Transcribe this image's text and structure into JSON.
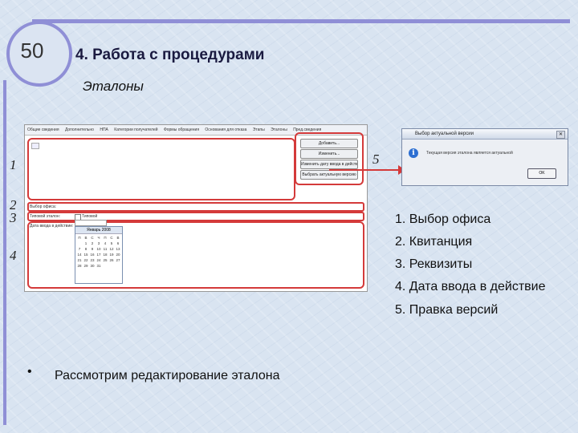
{
  "slide": {
    "number": "50",
    "title": "4. Работа с процедурами",
    "subtitle": "Эталоны"
  },
  "screenshot": {
    "menu_tabs": [
      "Общие сведения",
      "Дополнительно",
      "НПА",
      "Категории получателей",
      "Формы обращения",
      "Основания для отказа",
      "Этапы",
      "Эталоны",
      "Пред.сведения"
    ],
    "buttons": [
      "Добавить...",
      "Изменить...",
      "Изменить дату ввода в действие...",
      "Выбрать актуальную версию"
    ],
    "form_labels": [
      "Выбор офиса:",
      "Типовой эталон:",
      "Дата ввода в действие:"
    ],
    "checkbox_label": "Типовой",
    "calendar": {
      "header": "Январь 2008",
      "weekdays": [
        "П",
        "В",
        "С",
        "Ч",
        "П",
        "С",
        "В"
      ],
      "days": [
        "",
        "1",
        "2",
        "3",
        "4",
        "5",
        "6",
        "7",
        "8",
        "9",
        "10",
        "11",
        "12",
        "13",
        "14",
        "15",
        "16",
        "17",
        "18",
        "19",
        "20",
        "21",
        "22",
        "23",
        "24",
        "25",
        "26",
        "27",
        "28",
        "29",
        "30",
        "31",
        "",
        "",
        ""
      ]
    }
  },
  "callout_numbers": [
    "1",
    "2",
    "3",
    "4",
    "5"
  ],
  "dialog": {
    "title": "Выбор актуальной версии",
    "message": "Текущая версия эталона является актуальной",
    "ok_label": "OK",
    "close_label": "✕"
  },
  "legend": [
    "1. Выбор офиса",
    "2. Квитанция",
    "3. Реквизиты",
    "4. Дата ввода в действие",
    "5. Правка версий"
  ],
  "bullet": "Рассмотрим редактирование эталона",
  "colors": {
    "accent": "#8f8fd6",
    "highlight": "#d43a3a"
  }
}
